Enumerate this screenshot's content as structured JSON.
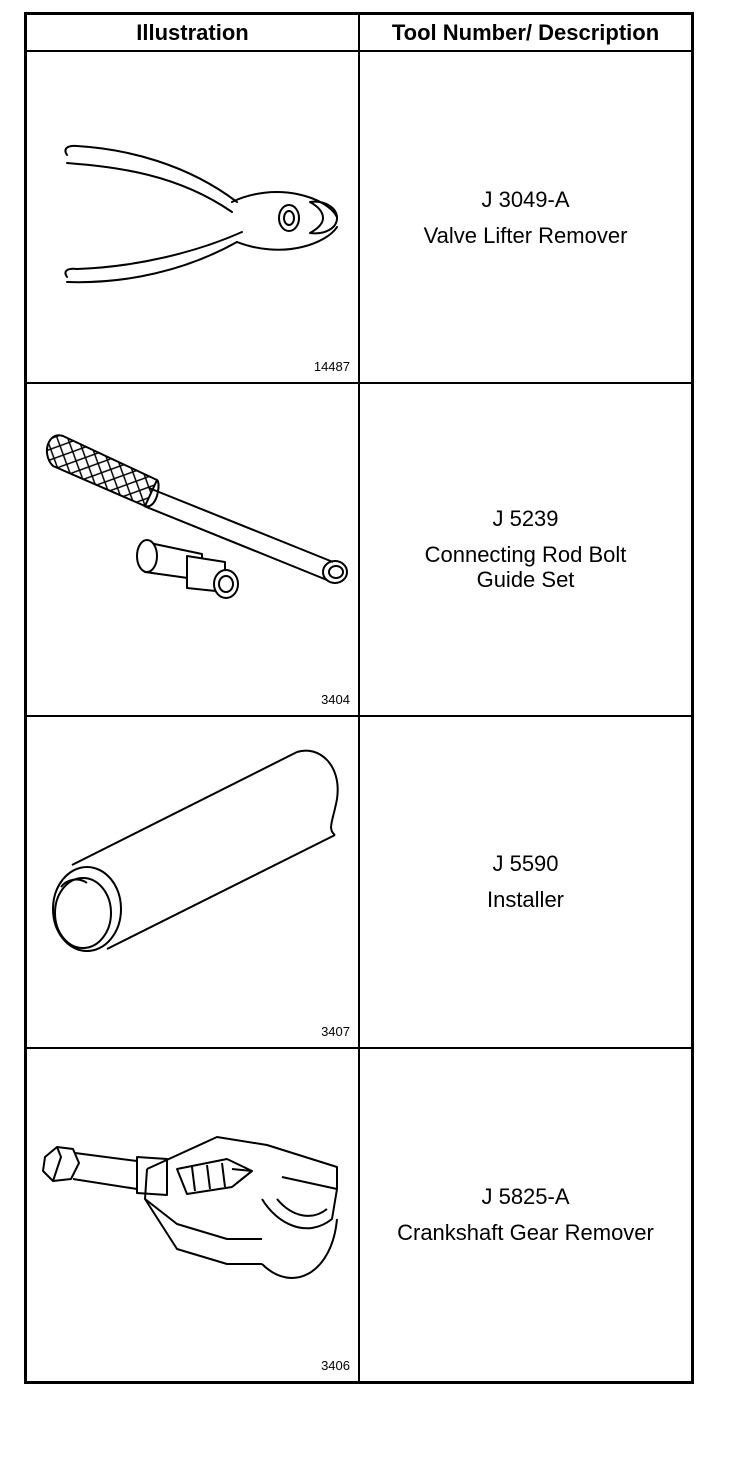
{
  "header": {
    "col1": "Illustration",
    "col2": "Tool Number/ Description"
  },
  "rows": [
    {
      "tool_number": "J 3049-A",
      "description": "Valve Lifter Remover",
      "desc_line2": "",
      "ref": "14487",
      "icon": "pliers-icon"
    },
    {
      "tool_number": "J 5239",
      "description": "Connecting Rod Bolt",
      "desc_line2": "Guide Set",
      "ref": "3404",
      "icon": "knurled-rod-guide-icon"
    },
    {
      "tool_number": "J 5590",
      "description": "Installer",
      "desc_line2": "",
      "ref": "3407",
      "icon": "cylinder-installer-icon"
    },
    {
      "tool_number": "J 5825-A",
      "description": "Crankshaft Gear Remover",
      "desc_line2": "",
      "ref": "3406",
      "icon": "gear-puller-icon"
    }
  ]
}
